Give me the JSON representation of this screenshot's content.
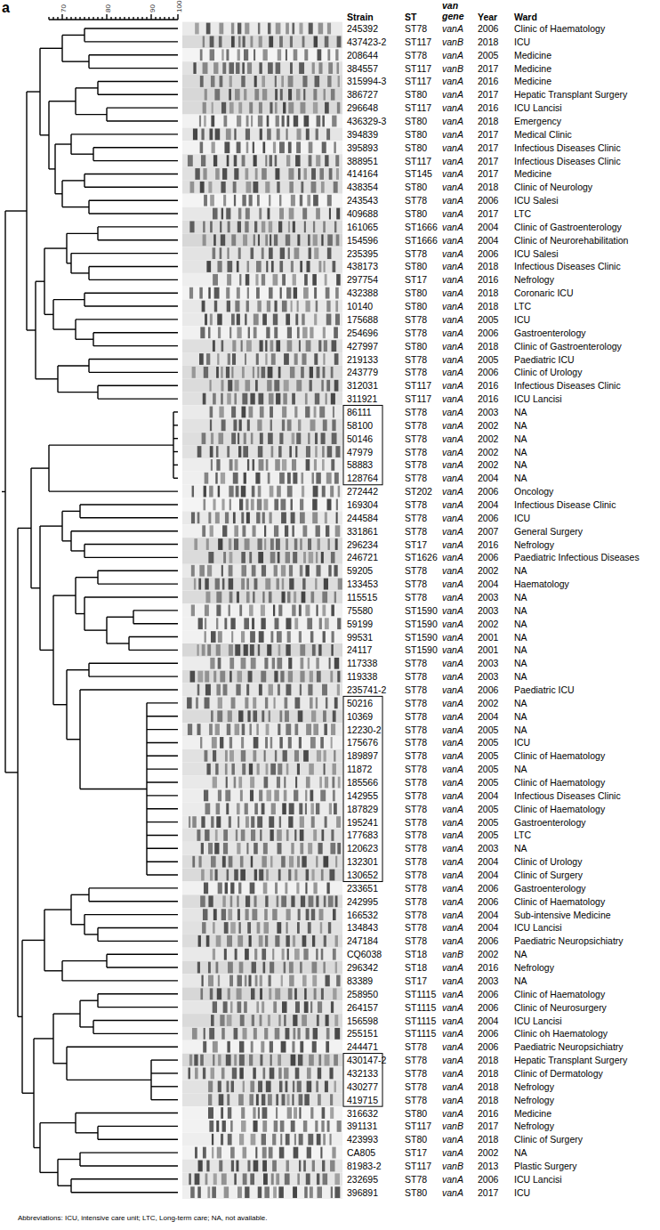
{
  "diagram": {
    "labels": [
      "a",
      "Strain",
      "ST",
      "van gene",
      "Year",
      "Ward",
      "70",
      "80",
      "90",
      "100",
      "245392",
      "ST78",
      "vanA",
      "2006",
      "Clinic of Haematology",
      "437423-2",
      "ST117",
      "vanB",
      "2018",
      "ICU",
      "208644",
      "ST78",
      "vanA",
      "2005",
      "Medicine",
      "384557",
      "ST117",
      "vanB",
      "2017",
      "Medicine",
      "315994-3",
      "ST117",
      "vanA",
      "2016",
      "Medicine",
      "386727",
      "ST80",
      "vanA",
      "2017",
      "Hepatic Transplant Surgery",
      "296648",
      "ST117",
      "vanA",
      "2016",
      "ICU Lancisi",
      "436329-3",
      "ST80",
      "vanA",
      "2018",
      "Emergency",
      "394839",
      "ST80",
      "vanA",
      "2017",
      "Medical Clinic",
      "395893",
      "ST80",
      "vanA",
      "2017",
      "Infectious Diseases Clinic",
      "388951",
      "ST117",
      "vanA",
      "2017",
      "Infectious Diseases Clinic",
      "414164",
      "ST145",
      "vanA",
      "2017",
      "Medicine",
      "438354",
      "ST80",
      "vanA",
      "2018",
      "Clinic of Neurology",
      "243543",
      "ST78",
      "vanA",
      "2006",
      "ICU Salesi",
      "409688",
      "ST80",
      "vanA",
      "2017",
      "LTC",
      "161065",
      "ST1666",
      "vanA",
      "2004",
      "Clinic of Gastroenterology",
      "154596",
      "ST1666",
      "vanA",
      "2004",
      "Clinic of Neurorehabilitation",
      "235395",
      "ST78",
      "vanA",
      "2006",
      "ICU Salesi",
      "438173",
      "ST80",
      "vanA",
      "2018",
      "Infectious Diseases Clinic",
      "297754",
      "ST17",
      "vanA",
      "2016",
      "Nefrology",
      "432388",
      "ST80",
      "vanA",
      "2018",
      "Coronaric ICU",
      "10140",
      "ST80",
      "vanA",
      "2018",
      "LTC",
      "175688",
      "ST78",
      "vanA",
      "2005",
      "ICU",
      "254696",
      "ST78",
      "vanA",
      "2006",
      "Gastroenterology",
      "427997",
      "ST80",
      "vanA",
      "2018",
      "Clinic of Gastroenterology",
      "219133",
      "ST78",
      "vanA",
      "2005",
      "Paediatric ICU",
      "243779",
      "ST78",
      "vanA",
      "2006",
      "Clinic of Urology",
      "312031",
      "ST117",
      "vanA",
      "2016",
      "Infectious Diseases Clinic",
      "311921",
      "ST117",
      "vanA",
      "2016",
      "ICU Lancisi",
      "86111",
      "ST78",
      "vanA",
      "2003",
      "NA",
      "58100",
      "ST78",
      "vanA",
      "2002",
      "NA",
      "50146",
      "ST78",
      "vanA",
      "2002",
      "NA",
      "47979",
      "ST78",
      "vanA",
      "2002",
      "NA",
      "58883",
      "ST78",
      "vanA",
      "2002",
      "NA",
      "128764",
      "ST78",
      "vanA",
      "2004",
      "NA",
      "272442",
      "ST202",
      "vanA",
      "2006",
      "Oncology",
      "169304",
      "ST78",
      "vanA",
      "2004",
      "Infectious Disease Clinic",
      "244584",
      "ST78",
      "vanA",
      "2006",
      "ICU",
      "331861",
      "ST78",
      "vanA",
      "2007",
      "General Surgery",
      "296234",
      "ST17",
      "vanA",
      "2016",
      "Nefrology",
      "246721",
      "ST1626",
      "vanA",
      "2006",
      "Paediatric Infectious Diseases",
      "59205",
      "ST78",
      "vanA",
      "2002",
      "NA",
      "133453",
      "ST78",
      "vanA",
      "2004",
      "Haematology",
      "115515",
      "ST78",
      "vanA",
      "2003",
      "NA",
      "75580",
      "ST1590",
      "vanA",
      "2003",
      "NA",
      "59199",
      "ST1590",
      "vanA",
      "2002",
      "NA",
      "99531",
      "ST1590",
      "vanA",
      "2001",
      "NA",
      "24117",
      "ST1590",
      "vanA",
      "2001",
      "NA",
      "117338",
      "ST78",
      "vanA",
      "2003",
      "NA",
      "119338",
      "ST78",
      "vanA",
      "2003",
      "NA",
      "235741-2",
      "ST78",
      "vanA",
      "2006",
      "Paediatric ICU",
      "50216",
      "ST78",
      "vanA",
      "2002",
      "NA",
      "10369",
      "ST78",
      "vanA",
      "2004",
      "NA",
      "12230-2",
      "ST78",
      "vanA",
      "2005",
      "NA",
      "175676",
      "ST78",
      "vanA",
      "2005",
      "ICU",
      "189897",
      "ST78",
      "vanA",
      "2005",
      "Clinic of Haematology",
      "11872",
      "ST78",
      "vanA",
      "2005",
      "NA",
      "185566",
      "ST78",
      "vanA",
      "2005",
      "Clinic of Haematology",
      "142955",
      "ST78",
      "vanA",
      "2004",
      "Infectious Diseases Clinic",
      "187829",
      "ST78",
      "vanA",
      "2005",
      "Clinic of Haematology",
      "195241",
      "ST78",
      "vanA",
      "2005",
      "Gastroenterology",
      "177683",
      "ST78",
      "vanA",
      "2005",
      "LTC",
      "120623",
      "ST78",
      "vanA",
      "2003",
      "NA",
      "132301",
      "ST78",
      "vanA",
      "2004",
      "Clinic of Urology",
      "130652",
      "ST78",
      "vanA",
      "2004",
      "Clinic of Surgery",
      "233651",
      "ST78",
      "vanA",
      "2006",
      "Gastroenterology",
      "242995",
      "ST78",
      "vanA",
      "2006",
      "Clinic of Haematology",
      "166532",
      "ST78",
      "vanA",
      "2004",
      "Sub-intensive Medicine",
      "134843",
      "ST78",
      "vanA",
      "2004",
      "ICU Lancisi",
      "247184",
      "ST78",
      "vanA",
      "2006",
      "Paediatric Neuropsichiatry",
      "CQ6038",
      "ST18",
      "vanB",
      "2002",
      "NA",
      "296342",
      "ST18",
      "vanA",
      "2016",
      "Nefrology",
      "83389",
      "ST17",
      "vanA",
      "2003",
      "NA",
      "258950",
      "ST1115",
      "vanA",
      "2006",
      "Clinic of Haematology",
      "264157",
      "ST1115",
      "vanA",
      "2006",
      "Clinic of Neurosurgery",
      "156598",
      "ST1115",
      "vanA",
      "2004",
      "ICU Lancisi",
      "255151",
      "ST1115",
      "vanA",
      "2006",
      "Clinic oh Haematology",
      "244471",
      "ST78",
      "vanA",
      "2006",
      "Paediatric Neuropsichiatry",
      "430147-2",
      "ST78",
      "vanA",
      "2018",
      "Hepatic Transplant Surgery",
      "432133",
      "ST78",
      "vanA",
      "2018",
      "Clinic of Dermatology",
      "430277",
      "ST78",
      "vanA",
      "2018",
      "Nefrology",
      "419715",
      "ST78",
      "vanA",
      "2018",
      "Nefrology",
      "316632",
      "ST80",
      "vanA",
      "2016",
      "Medicine",
      "391131",
      "ST117",
      "vanB",
      "2017",
      "Nefrology",
      "423993",
      "ST80",
      "vanA",
      "2018",
      "Clinic of Surgery",
      "CA805",
      "ST17",
      "vanA",
      "2002",
      "NA",
      "81983-2",
      "ST117",
      "vanB",
      "2013",
      "Plastic Surgery",
      "232695",
      "ST78",
      "vanA",
      "2006",
      "ICU Lancisi",
      "396891",
      "ST80",
      "vanA",
      "2017",
      "ICU",
      "Abbreviations: ICU, intensive care unit; LTC, Long-term care; NA, not available."
    ]
  }
}
